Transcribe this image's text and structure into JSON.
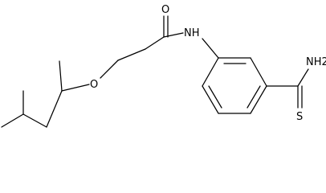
{
  "structure": {
    "atoms": {
      "O_carbonyl": "O",
      "NH": "NH",
      "O_ether": "O",
      "NH2": "NH2",
      "S": "S"
    },
    "colors": {
      "bond": "#000000",
      "label": "#000000",
      "background": "#ffffff"
    }
  }
}
